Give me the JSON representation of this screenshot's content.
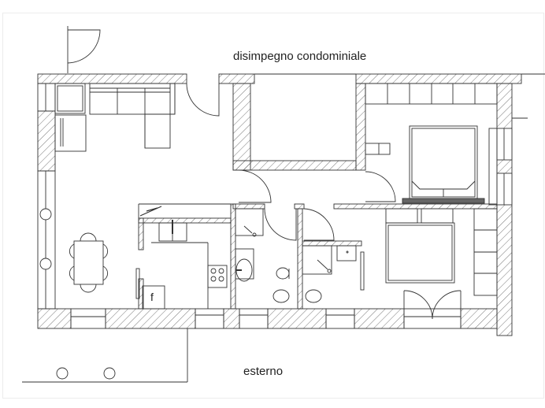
{
  "plan": {
    "labels": {
      "top": "disimpegno condominiale",
      "bottom": "esterno",
      "fridge": "f"
    },
    "colors": {
      "line": "#333333",
      "hatch": "#555555",
      "bed_headboard": "#666666",
      "background": "#ffffff"
    }
  }
}
